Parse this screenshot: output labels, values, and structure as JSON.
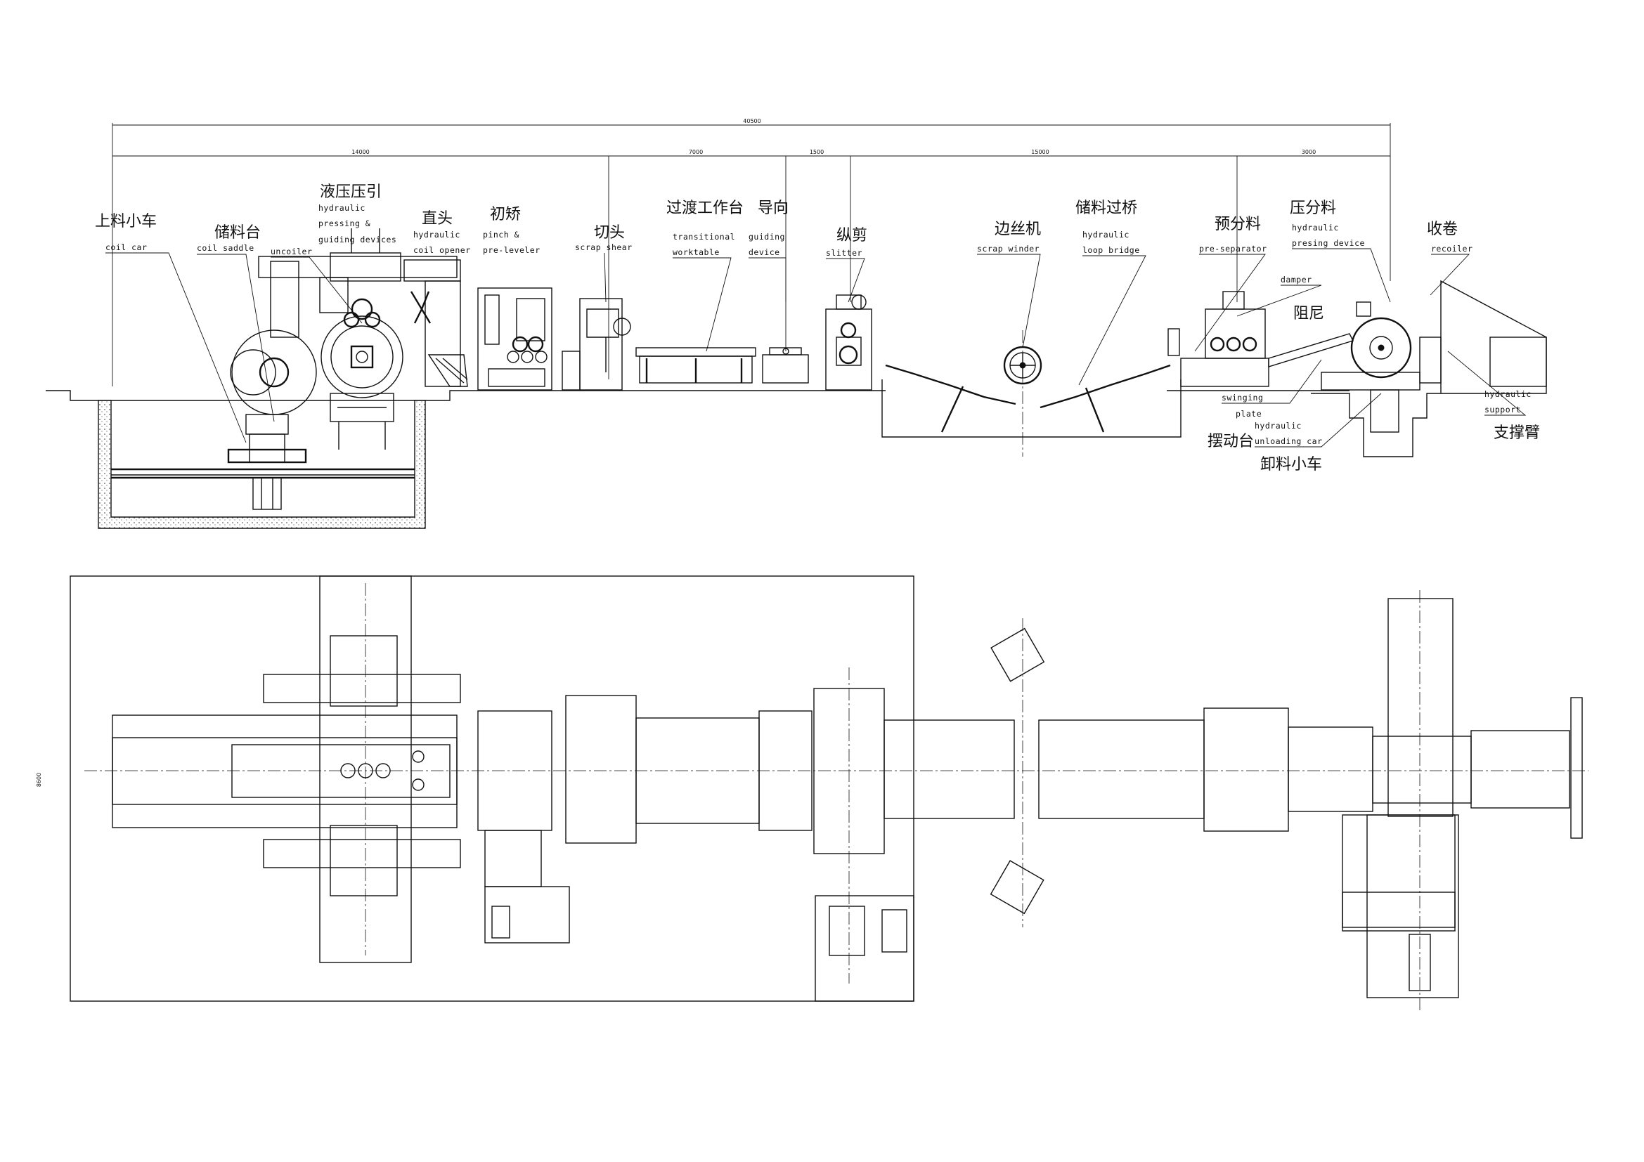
{
  "dimensions": {
    "overall": "40500",
    "segments": [
      "14000",
      "7000",
      "1500",
      "15000",
      "3000"
    ],
    "plan_width": "8600"
  },
  "labels": {
    "coil_car": {
      "cn": "上料小车",
      "en": "coil car"
    },
    "coil_saddle": {
      "cn": "储料台",
      "en": "coil saddle"
    },
    "uncoiler": {
      "en": "uncoiler"
    },
    "hydraulic_pressing": {
      "cn": "液压压引",
      "en1": "hydraulic",
      "en2": "pressing &",
      "en3": "guiding devices"
    },
    "coil_opener": {
      "cn": "直头",
      "en1": "hydraulic",
      "en2": "coil opener"
    },
    "pinch_leveler": {
      "cn": "初矫",
      "en1": "pinch &",
      "en2": "pre-leveler"
    },
    "scrap_shear": {
      "cn": "切头",
      "en": "scrap shear"
    },
    "transitional_table": {
      "cn": "过渡工作台",
      "en1": "transitional",
      "en2": "worktable"
    },
    "guiding_device": {
      "cn": "导向",
      "en1": "guiding",
      "en2": "device"
    },
    "slitter": {
      "cn": "纵剪",
      "en": "slitter"
    },
    "scrap_winder": {
      "cn": "边丝机",
      "en": "scrap winder"
    },
    "loop_bridge": {
      "cn": "储料过桥",
      "en1": "hydraulic",
      "en2": "loop bridge"
    },
    "pre_separator": {
      "cn": "预分料",
      "en": "pre-separator"
    },
    "damper": {
      "cn": "阻尼",
      "en": "damper"
    },
    "pressing_device": {
      "cn": "压分料",
      "en1": "hydraulic",
      "en2": "presing device"
    },
    "recoiler": {
      "cn": "收卷",
      "en": "recoiler"
    },
    "swinging_plate": {
      "cn": "摆动台",
      "en1": "swinging",
      "en2": "plate"
    },
    "unloading_car": {
      "cn": "卸料小车",
      "en1": "hydraulic",
      "en2": "unloading car"
    },
    "support_arm": {
      "cn": "支撑臂",
      "en1": "hydraulic",
      "en2": "support"
    }
  }
}
